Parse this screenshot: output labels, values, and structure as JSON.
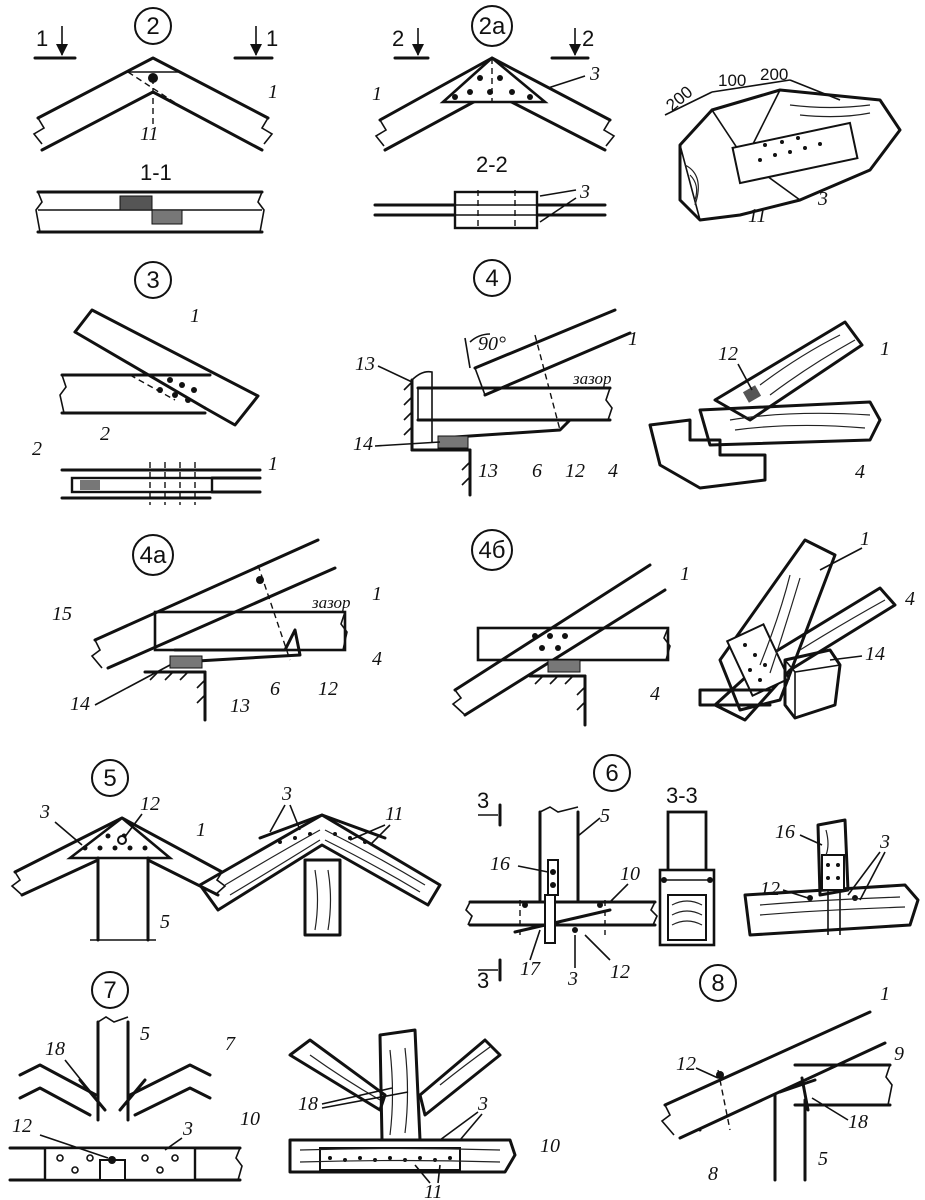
{
  "details": {
    "d2": {
      "id": "2",
      "sec_label": "1",
      "sec_title": "1-1",
      "parts": {
        "a": "1",
        "b": "11"
      }
    },
    "d2a": {
      "id": "2а",
      "sec_label": "2",
      "sec_title": "2-2",
      "parts": {
        "a": "1",
        "b": "3"
      }
    },
    "iso1": {
      "dims": [
        "200",
        "100",
        "200"
      ],
      "parts": {
        "a": "11",
        "b": "3"
      }
    },
    "d3": {
      "id": "3",
      "parts": {
        "a": "1",
        "b": "2"
      }
    },
    "d4": {
      "id": "4",
      "angle": "90°",
      "gap": "зазор",
      "parts": {
        "a": "1",
        "b": "13",
        "c": "14",
        "d": "6",
        "e": "12",
        "f": "4"
      }
    },
    "iso2": {
      "parts": {
        "a": "12",
        "b": "1",
        "c": "4"
      }
    },
    "d4a": {
      "id": "4а",
      "gap": "зазор",
      "parts": {
        "a": "15",
        "b": "1",
        "c": "4",
        "d": "14",
        "e": "13",
        "f": "6",
        "g": "12"
      }
    },
    "d4b": {
      "id": "4б",
      "parts": {
        "a": "1",
        "b": "4"
      }
    },
    "iso3": {
      "parts": {
        "a": "1",
        "b": "4",
        "c": "14"
      }
    },
    "d5": {
      "id": "5",
      "parts": {
        "a": "3",
        "b": "12",
        "c": "1",
        "d": "5"
      }
    },
    "iso4": {
      "parts": {
        "a": "3",
        "b": "11"
      }
    },
    "d6": {
      "id": "6",
      "sec_label": "3",
      "sec_title": "3-3",
      "parts": {
        "a": "5",
        "b": "16",
        "c": "10",
        "d": "17",
        "e": "3",
        "f": "12"
      }
    },
    "iso5": {
      "parts": {
        "a": "16",
        "b": "3",
        "c": "12"
      }
    },
    "d7": {
      "id": "7",
      "parts": {
        "a": "5",
        "b": "18",
        "c": "7",
        "d": "12",
        "e": "3",
        "f": "10"
      }
    },
    "iso6": {
      "parts": {
        "a": "18",
        "b": "3",
        "c": "10",
        "d": "11"
      }
    },
    "d8": {
      "id": "8",
      "parts": {
        "a": "1",
        "b": "12",
        "c": "9",
        "d": "18",
        "e": "8",
        "f": "5"
      }
    }
  }
}
